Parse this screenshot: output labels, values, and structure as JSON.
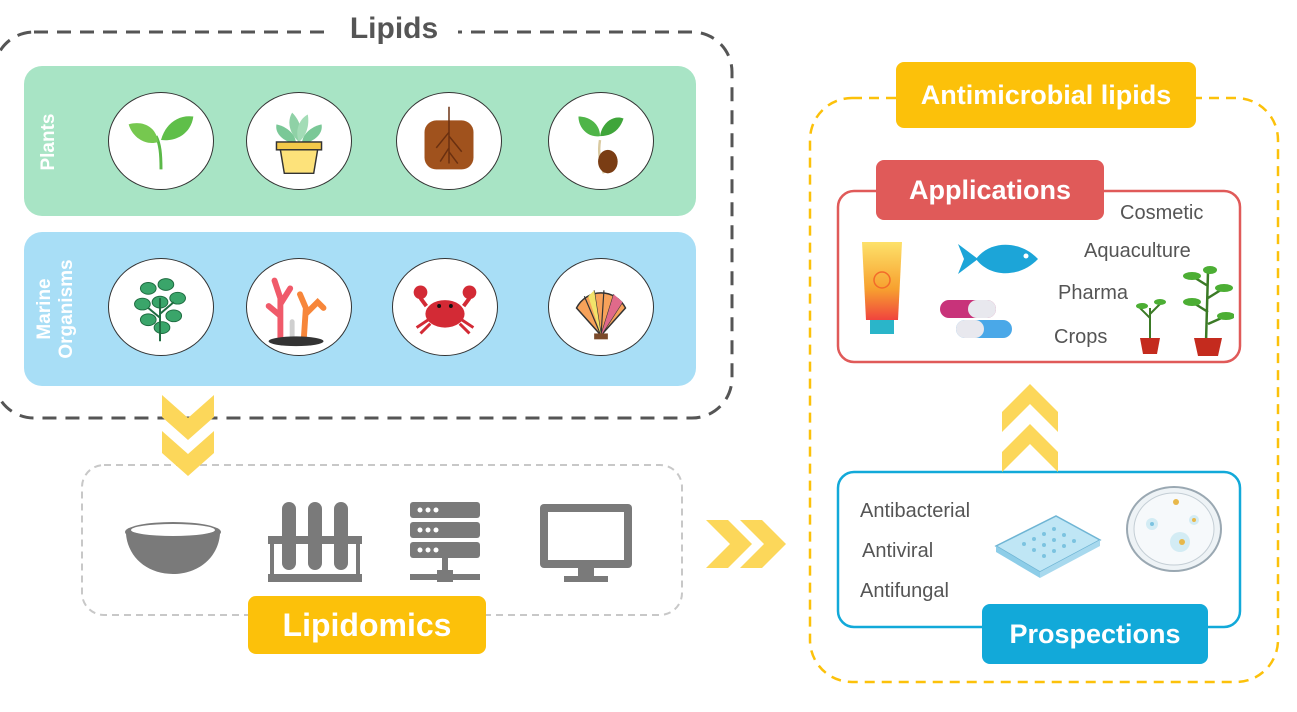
{
  "lipids": {
    "title": "Lipids",
    "plants_label": "Plants",
    "marine_label_line1": "Marine",
    "marine_label_line2": "Organisms",
    "plant_icons": [
      "leaf-icon",
      "potted-plant-icon",
      "root-icon",
      "seedling-icon"
    ],
    "marine_icons": [
      "seaweed-icon",
      "coral-icon",
      "crab-icon",
      "scallop-shell-icon"
    ]
  },
  "lipidomics": {
    "label": "Lipidomics",
    "icons": [
      "bowl-icon",
      "test-tubes-icon",
      "server-icon",
      "monitor-icon"
    ]
  },
  "antimicrobial": {
    "title": "Antimicrobial lipids"
  },
  "applications": {
    "label": "Applications",
    "items": [
      "Cosmetic",
      "Aquaculture",
      "Pharma",
      "Crops"
    ],
    "icons": [
      "sunscreen-tube-icon",
      "fish-icon",
      "capsule-icon",
      "plant-pot-icon"
    ]
  },
  "prospections": {
    "label": "Prospections",
    "items": [
      "Antibacterial",
      "Antiviral",
      "Antifungal"
    ],
    "icons": [
      "well-plate-icon",
      "petri-dish-icon"
    ]
  },
  "colors": {
    "yellow": "#fcc10a",
    "red": "#e05a59",
    "blue": "#12a9d9",
    "plants_green": "#a8e4c5",
    "marine_blue": "#a8def6",
    "icon_gray": "#7a7a7a"
  }
}
